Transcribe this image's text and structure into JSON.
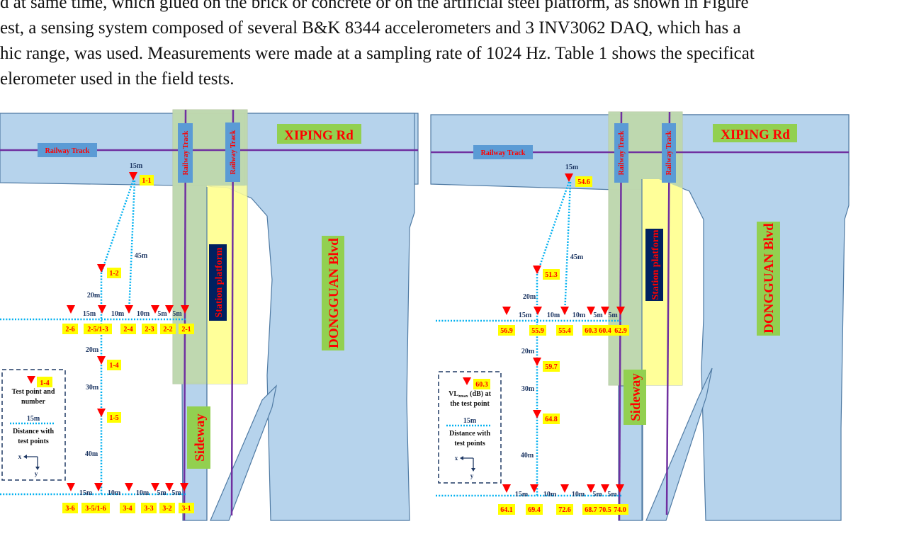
{
  "paragraph": {
    "lines": [
      "d at same time, which glued on the brick or concrete or on the artificial steel platform, as shown in Figure",
      "est, a sensing system composed of several B&K 8344 accelerometers and 3 INV3062 DAQ, which has a",
      "hic range, was used. Measurements were made at a sampling rate of 1024 Hz. Table 1 shows the specificat",
      "elerometer used in the field tests."
    ]
  },
  "colors": {
    "road": "#b6d3ec",
    "road_border": "#4f7aa3",
    "track": "#7030a0",
    "platform_zone": "#ffff99",
    "overlap_zone": "#b8d4b0",
    "track_label_bg": "#5b9bd5",
    "street_label_bg": "#92d050",
    "station_label_bg": "#002060",
    "label_text": "#ff0000",
    "marker": "#ff0000",
    "tag_bg": "#ffff00",
    "dotted_line": "#00b0f0",
    "distance_text": "#1f3864"
  },
  "map_labels": {
    "railway_track": "Railway Track",
    "xiping": "XIPING Rd",
    "dongguan": "DONGGUAN Blvd",
    "station_platform": "Station platform",
    "sideway": "Sideway"
  },
  "distances": {
    "d15": "15m",
    "d45": "45m",
    "d20": "20m",
    "d10": "10m",
    "d5": "5m",
    "d30": "30m",
    "d40": "40m"
  },
  "left_panel": {
    "points": {
      "p1_1": "1-1",
      "p1_2": "1-2",
      "p1_4": "1-4",
      "p1_5": "1-5",
      "p2_6": "2-6",
      "p2_5": "2-5/1-3",
      "p2_4": "2-4",
      "p2_3": "2-3",
      "p2_2": "2-2",
      "p2_1": "2-1",
      "p3_6": "3-6",
      "p3_5": "3-5/1-6",
      "p3_4": "3-4",
      "p3_3": "3-3",
      "p3_2": "3-2",
      "p3_1": "3-1"
    },
    "legend": {
      "sample_tag": "1-4",
      "marker_caption_1": "Test point and",
      "marker_caption_2": "number",
      "line_sample": "15m",
      "line_caption_1": "Distance with",
      "line_caption_2": "test points",
      "axis_x": "x",
      "axis_y": "y"
    }
  },
  "right_panel": {
    "points": {
      "p1_1": "54.6",
      "p1_2": "51.3",
      "p1_4": "59.7",
      "p1_5": "64.8",
      "p2_6": "56.9",
      "p2_5": "55.9",
      "p2_4": "55.4",
      "p2_3": "60.3",
      "p2_2": "60.4",
      "p2_1": "62.9",
      "p3_6": "64.1",
      "p3_5": "69.4",
      "p3_4": "72.6",
      "p3_3": "68.7",
      "p3_2": "70.5",
      "p3_1": "74.0"
    },
    "legend": {
      "sample_tag": "60.3",
      "marker_caption_1a": "VL",
      "marker_caption_1sub": "zmax",
      "marker_caption_1b": " (dB) at",
      "marker_caption_2": "the test point",
      "line_sample": "15m",
      "line_caption_1": "Distance with",
      "line_caption_2": "test points",
      "axis_x": "x",
      "axis_y": "y"
    }
  }
}
